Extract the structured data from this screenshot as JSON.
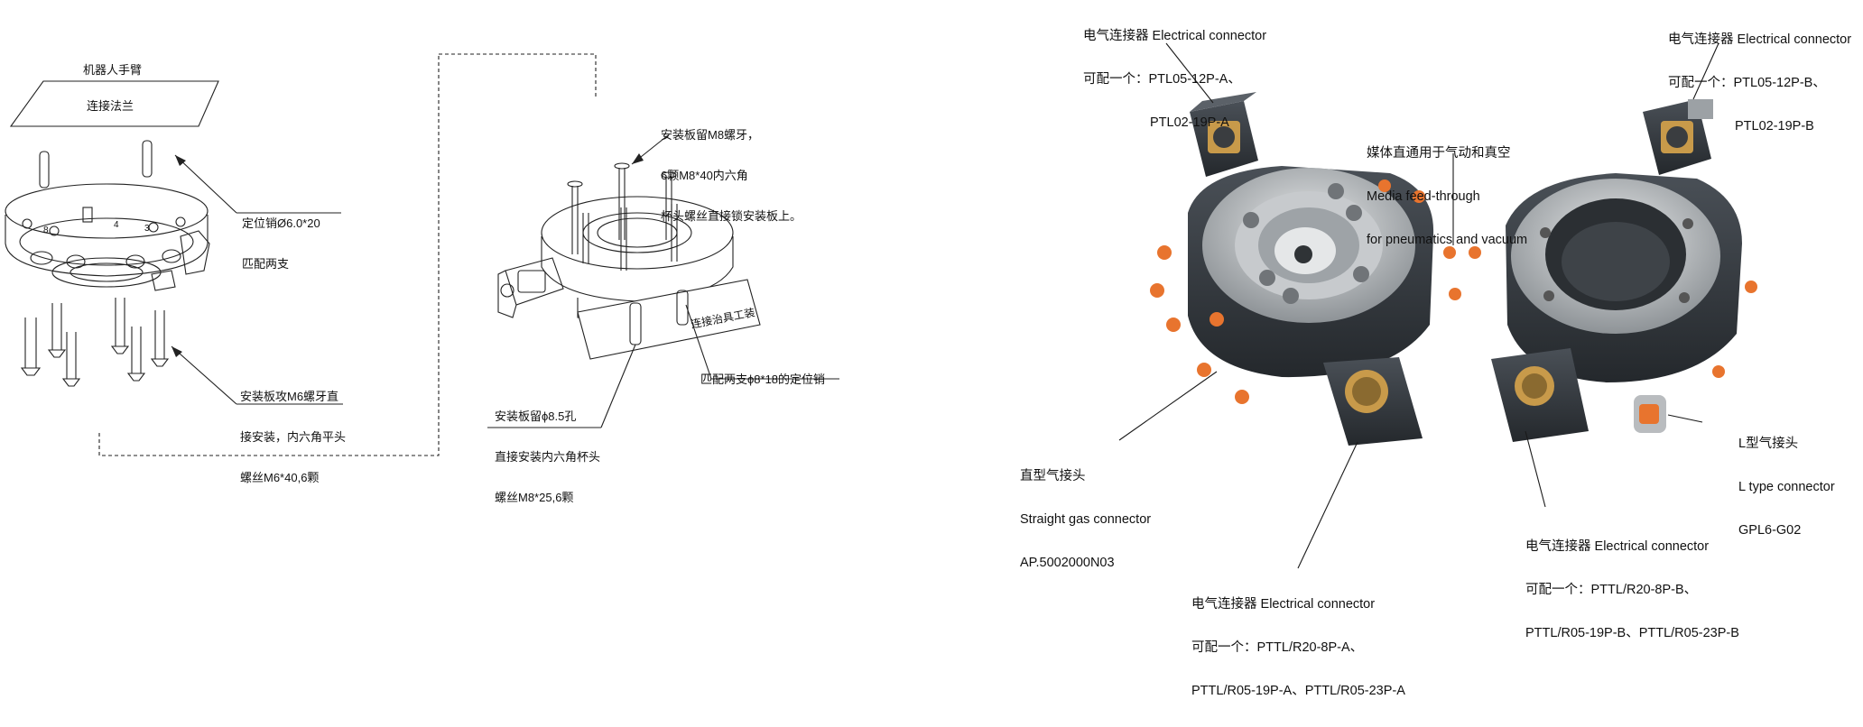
{
  "left_diagram": {
    "robot_arm_label": "机器人手臂",
    "flange_label": "连接法兰",
    "pin_note": [
      "定位销Ø6.0*20",
      "匹配两支"
    ],
    "screw_note": [
      "安装板攻M6螺牙直",
      "接安装，内六角平头",
      "螺丝M6*40,6颗"
    ],
    "marks": [
      "4",
      "3",
      "8"
    ]
  },
  "middle_diagram": {
    "top_note": [
      "安装板留M8螺牙，",
      "6颗M8*40内六角",
      "杯头螺丝直接锁安装板上。"
    ],
    "fixture_label": "连接治具工装",
    "pin_note": "匹配两支ϕ8*18的定位销",
    "hole_note": [
      "安装板留ϕ8.5孔",
      "直接安装内六角杯头",
      "螺丝M8*25,6颗"
    ]
  },
  "photo_callouts": {
    "ec_top_left": [
      "电气连接器 Electrical connector",
      "可配一个：PTL05-12P-A、",
      "PTL02-19P-A"
    ],
    "ec_top_right": [
      "电气连接器 Electrical connector",
      "可配一个：PTL05-12P-B、",
      "PTL02-19P-B"
    ],
    "media": [
      "媒体直通用于气动和真空",
      "Media feed-through",
      "for pneumatics and vacuum"
    ],
    "straight_gas": [
      "直型气接头",
      "Straight gas connector",
      "AP.5002000N03"
    ],
    "l_type": [
      "L型气接头",
      "L type connector",
      "GPL6-G02"
    ],
    "ec_bottom_right": [
      "电气连接器 Electrical connector",
      "可配一个：PTTL/R20-8P-B、",
      "PTTL/R05-19P-B、PTTL/R05-23P-B"
    ],
    "ec_bottom_center": [
      "电气连接器 Electrical connector",
      "可配一个：PTTL/R20-8P-A、",
      "PTTL/R05-19P-A、PTTL/R05-23P-A"
    ]
  },
  "colors": {
    "body_dark": "#3b4046",
    "steel": "#b9bcbf",
    "fitting_orange": "#e8742e",
    "line": "#222222"
  }
}
